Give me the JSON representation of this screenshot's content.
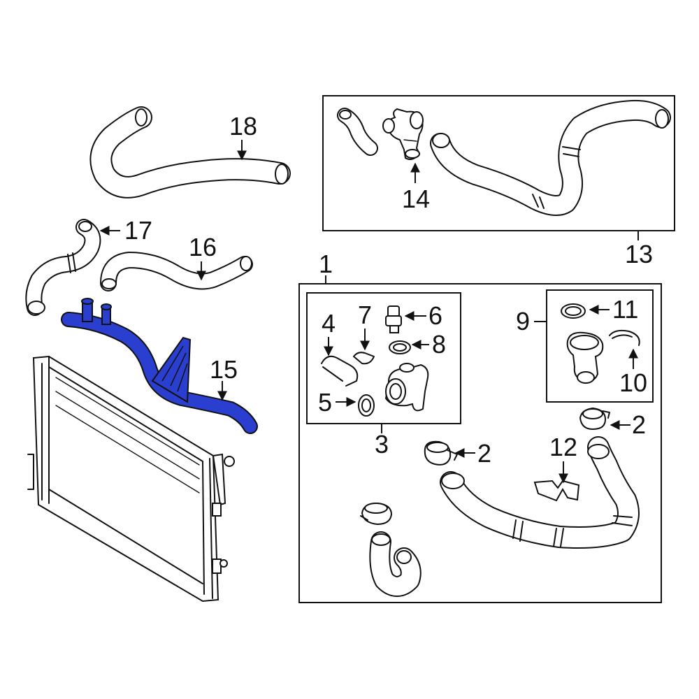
{
  "diagram": {
    "highlight_color": "#2a3fd0",
    "highlighted_part": "15",
    "callouts": {
      "c1": "1",
      "c2a": "2",
      "c2b": "2",
      "c3": "3",
      "c4": "4",
      "c5": "5",
      "c6": "6",
      "c7": "7",
      "c8": "8",
      "c9": "9",
      "c10": "10",
      "c11": "11",
      "c12": "12",
      "c13": "13",
      "c14": "14",
      "c15": "15",
      "c16": "16",
      "c17": "17",
      "c18": "18"
    }
  }
}
